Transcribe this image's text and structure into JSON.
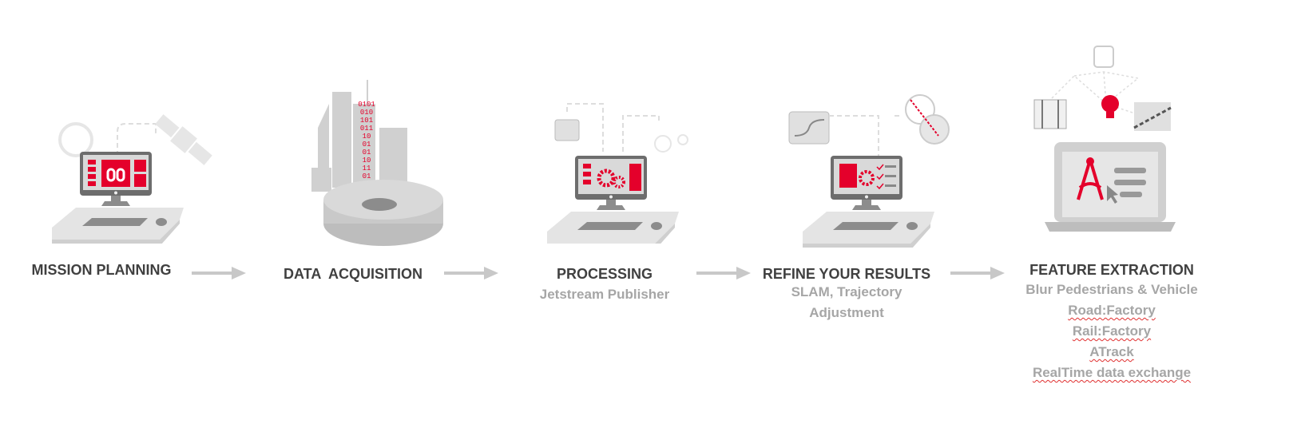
{
  "colors": {
    "accent": "#e4002b",
    "gray": "#d9d9d9",
    "title": "#404040",
    "subtitle": "#a6a6a6"
  },
  "stages": [
    {
      "title": "MISSION PLANNING",
      "icon": "desktop-calendar-satellite-icon"
    },
    {
      "title": "DATA  ACQUISITION",
      "icon": "city-binary-database-icon"
    },
    {
      "title": "PROCESSING",
      "subtitle": "Jetstream Publisher",
      "icon": "desktop-gears-icon"
    },
    {
      "title": "REFINE YOUR RESULTS",
      "subtitle_lines": [
        "SLAM, Trajectory",
        "Adjustment"
      ],
      "icon": "desktop-checklist-icon"
    },
    {
      "title": "FEATURE EXTRACTION",
      "subtitle_lines": [
        "Blur Pedestrians & Vehicle",
        "Road:Factory",
        "Rail:Factory",
        "ATrack",
        "RealTime data exchange"
      ],
      "icon": "laptop-compass-icon"
    }
  ],
  "binary": "0101 010 101 011 10 01 01 10 11 01"
}
